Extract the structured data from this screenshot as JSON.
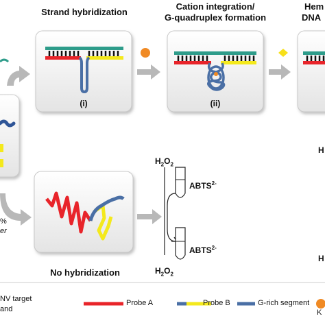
{
  "titles": {
    "step1": "Strand hybridization",
    "step2_line1": "Cation integration/",
    "step2_line2": "G-quadruplex formation",
    "step3_line1": "Hem",
    "step3_line2": "DNA"
  },
  "panels": {
    "panel1_label": "(i)",
    "panel2_label": "(ii)",
    "no_hybridization": "No hybridization"
  },
  "tubes": {
    "h2o2_top": "H",
    "h2o2_top_sub": "2",
    "h2o2_top_o": "O",
    "h2o2_top_sub2": "2",
    "abts_top": "ABTS",
    "abts_top_sup": "2-",
    "abts_bottom": "ABTS",
    "abts_bottom_sup": "2-",
    "h2o2_bottom": "H",
    "h2o2_bottom_sub": "2",
    "h2o2_bottom_o": "O",
    "h2o2_bottom_sub2": "2"
  },
  "left_edge": {
    "text_mid": "%",
    "text_mid2": "er"
  },
  "right_edge": {
    "h_mid": "H",
    "h_low": "H"
  },
  "legend": {
    "target_line1": "NV target",
    "target_line2": "and",
    "probe_a": "Probe A",
    "probe_b": "Probe B",
    "g_rich": "G-rich segment",
    "k_partial": "K"
  },
  "colors": {
    "probe_a": "#e8242a",
    "probe_b": "#f4e91c",
    "g_rich": "#4a6fa5",
    "teal": "#2e9c8a",
    "cation": "#f08a24",
    "hemin": "#f7e01a",
    "arrow": "#b8b8b8"
  }
}
